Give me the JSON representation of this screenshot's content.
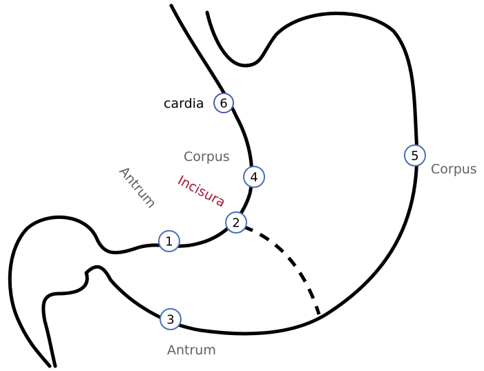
{
  "colors": {
    "outline": "#000000",
    "marker_border": "#4a6fb5",
    "cardia_marker_border": "#3f5ea8",
    "label_gray": "#606060",
    "label_black": "#000000",
    "incisura_red": "#9b1b3a"
  },
  "markers": [
    {
      "id": "1",
      "label": "1"
    },
    {
      "id": "2",
      "label": "2"
    },
    {
      "id": "3",
      "label": "3"
    },
    {
      "id": "4",
      "label": "4"
    },
    {
      "id": "5",
      "label": "5"
    },
    {
      "id": "6",
      "label": "6"
    }
  ],
  "labels": {
    "cardia": "cardia",
    "corpus_upper": "Corpus",
    "corpus_right": "Corpus",
    "antrum_rotated": "Antrum",
    "incisura": "Incisura",
    "antrum_bottom": "Antrum"
  }
}
